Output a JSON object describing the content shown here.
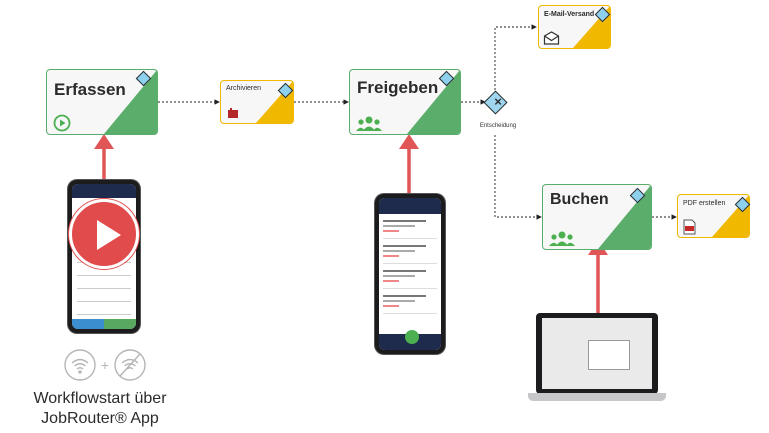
{
  "steps": {
    "erfassen": "Erfassen",
    "archivieren": "Archivieren",
    "freigeben": "Freigeben",
    "email": "E-Mail-Versand",
    "buchen": "Buchen",
    "pdf": "PDF erstellen"
  },
  "gateway": {
    "label": "Entscheidung"
  },
  "caption": {
    "line1": "Workflowstart über",
    "line2": "JobRouter® App"
  },
  "colors": {
    "green": "#5aad6a",
    "yellow": "#f1b800",
    "red_arrow": "#e05656",
    "diamond": "#8ed1ee"
  },
  "icons": [
    "play-icon",
    "people-icon",
    "archive-box-icon",
    "envelope-icon",
    "pdf-document-icon",
    "wifi-icon",
    "wifi-off-icon"
  ]
}
